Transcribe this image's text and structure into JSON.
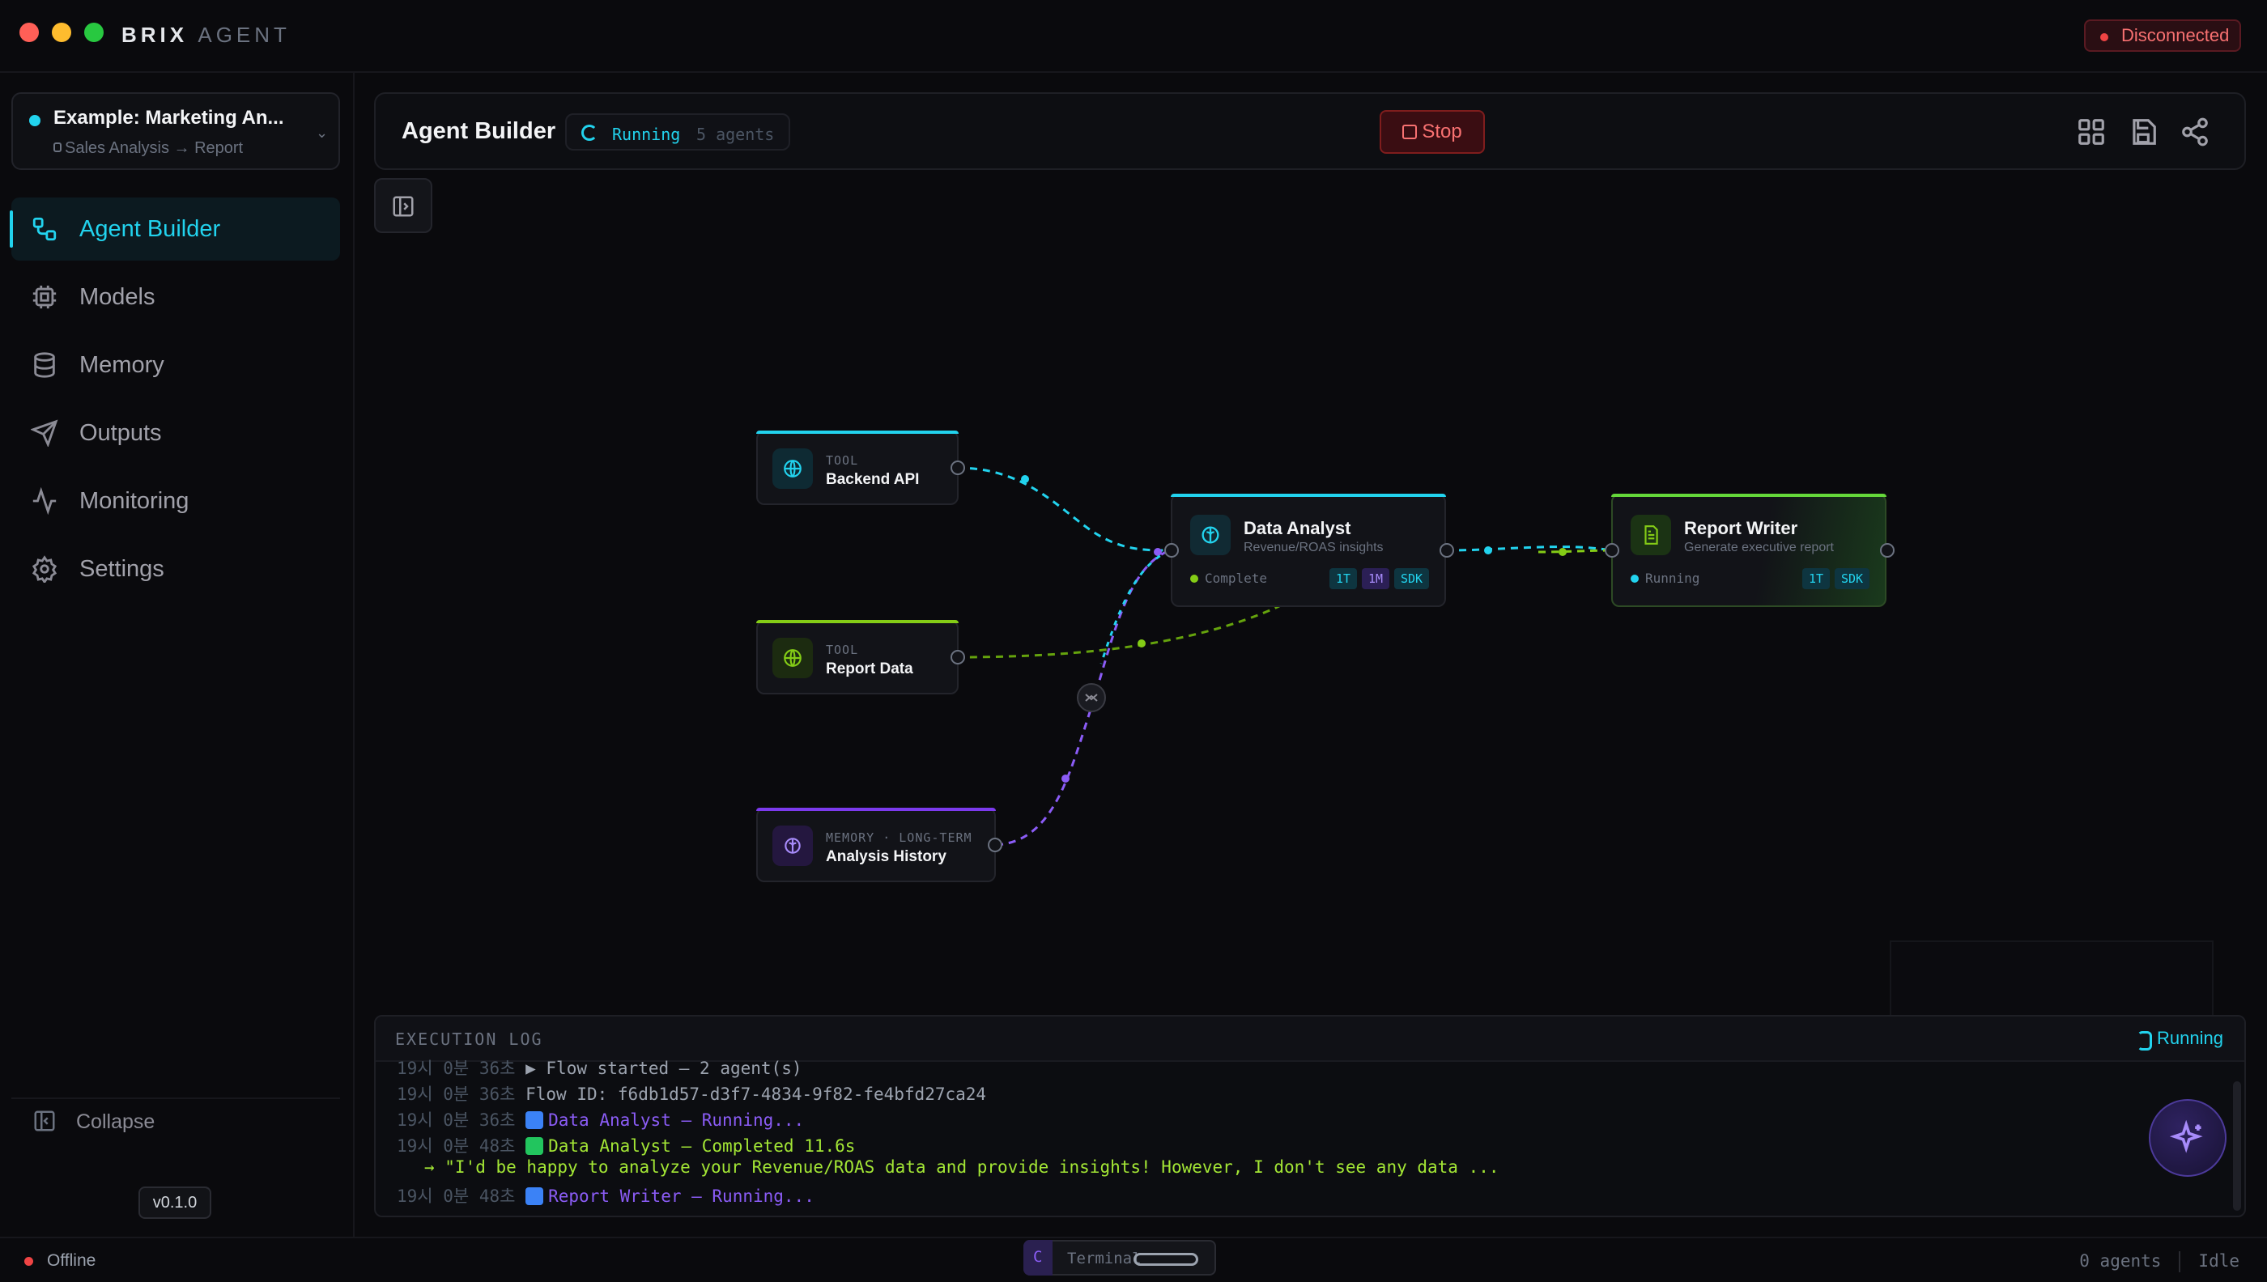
{
  "app": {
    "brand_primary": "BRIX",
    "brand_secondary": "AGENT",
    "connection": "Disconnected"
  },
  "project": {
    "name": "Example: Marketing An...",
    "flow": "Sales Analysis → Report"
  },
  "sidebar": {
    "items": [
      {
        "label": "Agent Builder",
        "icon": "agent-builder-icon",
        "active": true
      },
      {
        "label": "Models",
        "icon": "chip-icon"
      },
      {
        "label": "Memory",
        "icon": "database-icon"
      },
      {
        "label": "Outputs",
        "icon": "send-icon"
      },
      {
        "label": "Monitoring",
        "icon": "activity-icon"
      },
      {
        "label": "Settings",
        "icon": "gear-icon"
      }
    ],
    "collapse_label": "Collapse",
    "version": "v0.1.0"
  },
  "header": {
    "title": "Agent Builder",
    "status": "Running",
    "agent_count": "5 agents",
    "stop_label": "Stop"
  },
  "nodes": {
    "backend_api": {
      "kind": "TOOL",
      "name": "Backend API"
    },
    "report_data": {
      "kind": "TOOL",
      "name": "Report Data"
    },
    "analysis_history": {
      "kind": "MEMORY · LONG-TERM",
      "name": "Analysis History"
    },
    "data_analyst": {
      "name": "Data Analyst",
      "desc": "Revenue/ROAS insights",
      "status": "Complete",
      "badges": [
        "1T",
        "1M",
        "SDK"
      ]
    },
    "report_writer": {
      "name": "Report Writer",
      "desc": "Generate executive report",
      "status": "Running",
      "badges": [
        "1T",
        "SDK"
      ]
    }
  },
  "log": {
    "title": "EXECUTION LOG",
    "status": "Running",
    "lines": [
      {
        "ts": "19시 0분 36초",
        "text": "▶ Flow started — 2 agent(s)"
      },
      {
        "ts": "19시 0분 36초",
        "text": "Flow ID: f6db1d57-d3f7-4834-9f82-fe4bfd27ca24"
      },
      {
        "ts": "19시 0분 36초",
        "text": "Data Analyst — Running..."
      },
      {
        "ts": "19시 0분 48초",
        "text": "Data Analyst — Completed 11.6s"
      },
      {
        "ts": "",
        "text": "→ \"I'd be happy to analyze your Revenue/ROAS data and provide insights! However, I don't see any data ..."
      },
      {
        "ts": "19시 0분 48초",
        "text": "Report Writer — Running..."
      }
    ]
  },
  "statusbar": {
    "connection": "Offline",
    "terminal_label": "Terminal",
    "terminal_prefix": "C",
    "agents": "0 agents",
    "state": "Idle"
  },
  "colors": {
    "accent": "#22d3ee",
    "danger": "#ef4444",
    "memory": "#8b5cf6",
    "success": "#a3e635"
  }
}
